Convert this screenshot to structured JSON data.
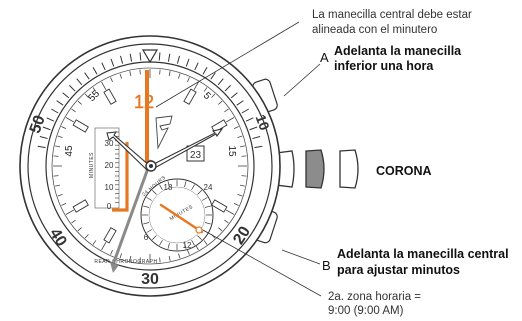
{
  "callouts": {
    "top_line1": "La manecilla central debe estar",
    "top_line2": "alineada con el minutero",
    "a_letter": "A",
    "a_line1": "Adelanta la manecilla",
    "a_line2": "inferior una hora",
    "crown": "CORONA",
    "b_letter": "B",
    "b_line1": "Adelanta la manecilla central",
    "b_line2": "para ajustar minutos",
    "zone_line1": "2a. zona horaria =",
    "zone_line2": "9:00 (9:00 AM)"
  },
  "watch": {
    "bezel_labels": [
      "30",
      "40",
      "50",
      "10",
      "20"
    ],
    "hour_markers": [
      "45",
      "15",
      "55",
      "5"
    ],
    "dial_number_12": "12",
    "date": "23",
    "minutes_scale": {
      "title": "MINUTES",
      "ticks": [
        "30",
        "20",
        "10",
        "0"
      ]
    },
    "subdial_24h": {
      "title": "24 HOURS",
      "labels": [
        "18",
        "24",
        "6",
        "12"
      ]
    },
    "brand_text": "REAR CHRONOGRAPH",
    "subdial_small_text": "MINUTES"
  },
  "colors": {
    "accent_orange": "#e87722",
    "outline": "#333333"
  }
}
